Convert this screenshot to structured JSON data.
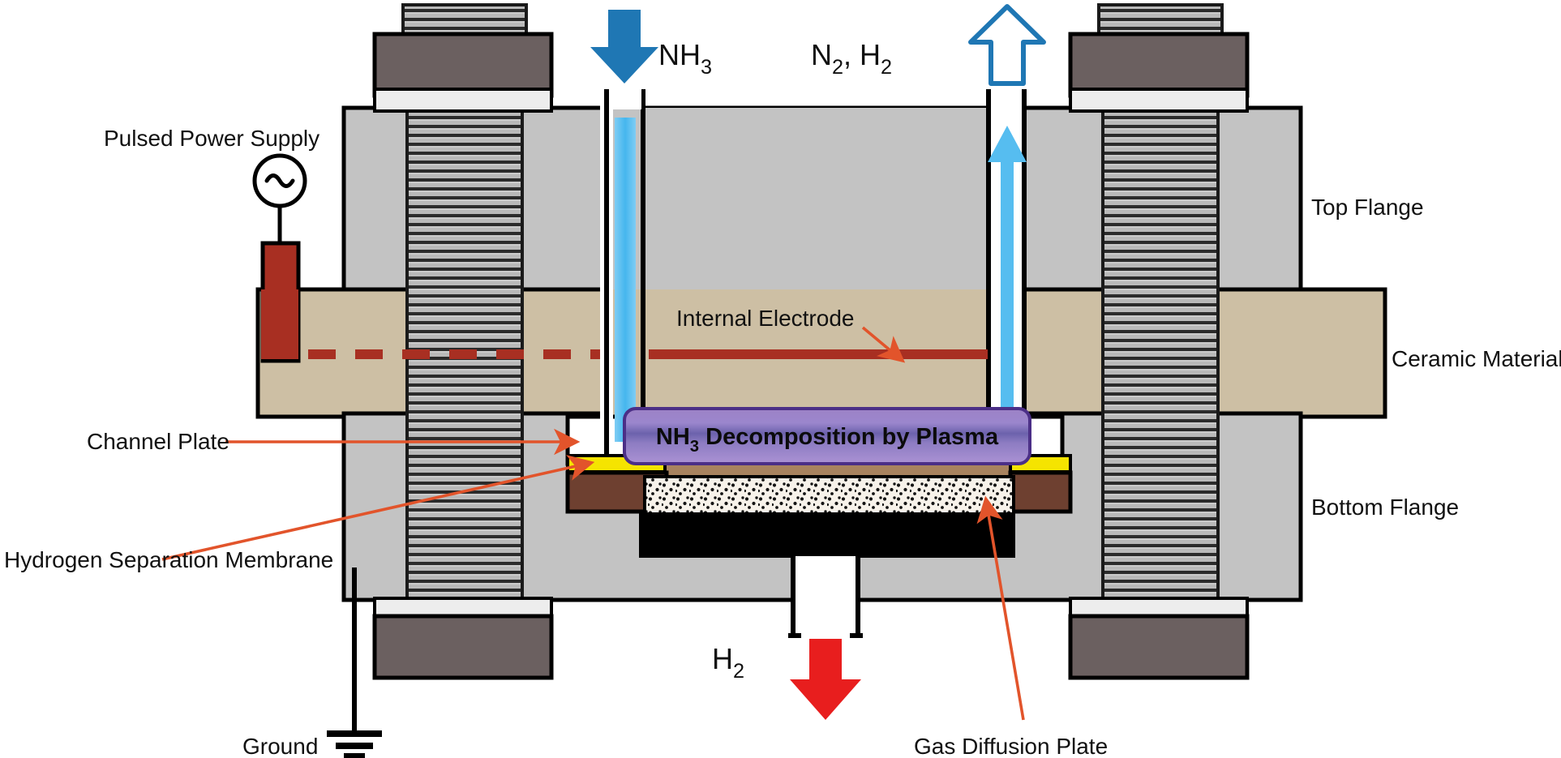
{
  "figure": {
    "title": "Plasma-membrane ammonia decomposition reactor cross-section",
    "background": "#ffffff"
  },
  "labels": {
    "pulsed_power_supply": "Pulsed Power Supply",
    "internal_electrode": "Internal Electrode",
    "channel_plate": "Channel Plate",
    "hydrogen_separation_membrane": "Hydrogen Separation Membrane",
    "ground": "Ground",
    "top_flange": "Top Flange",
    "ceramic_material": "Ceramic Material",
    "bottom_flange": "Bottom Flange",
    "gas_diffusion_plate": "Gas Diffusion Plate"
  },
  "flows": {
    "inlet": {
      "formula": "NH",
      "subscript": "3",
      "direction": "down",
      "color": "#1f77b4"
    },
    "outlet": {
      "formula_a": "N",
      "sub_a": "2",
      "separator": ", ",
      "formula_b": "H",
      "sub_b": "2",
      "direction": "up",
      "color": "#1f77b4"
    },
    "product": {
      "formula": "H",
      "subscript": "2",
      "direction": "down",
      "color": "#e81e1e"
    }
  },
  "reaction_band": {
    "prefix": "NH",
    "subscript": "3",
    "suffix": " Decomposition by Plasma",
    "fill_top": "#9b7fc4",
    "fill_mid": "#6f63ad",
    "fill_bottom": "#a98fd0",
    "stroke": "#4b2f87"
  },
  "colors": {
    "flange_gray": "#c3c3c3",
    "ceramic_tan": "#cdbfa4",
    "bolt_dark": "#6b6060",
    "washer_light": "#ededed",
    "electrode_red": "#a82f22",
    "membrane_yellow": "#f5e400",
    "channel_brown": "#6e4030",
    "gas_diffusion_tan": "#a8835f",
    "black_plate": "#000000",
    "leader_orange": "#e2542b",
    "gas_blue_light": "#56bdf0",
    "gas_blue_dark": "#1f77b4",
    "outline": "#000000",
    "speckle_bg": "#f7f2ea"
  },
  "component_list": [
    {
      "name": "top-flange",
      "label": "Top Flange"
    },
    {
      "name": "ceramic-material",
      "label": "Ceramic Material"
    },
    {
      "name": "bottom-flange",
      "label": "Bottom Flange"
    },
    {
      "name": "internal-electrode",
      "label": "Internal Electrode"
    },
    {
      "name": "channel-plate",
      "label": "Channel Plate"
    },
    {
      "name": "hydrogen-separation-membrane",
      "label": "Hydrogen Separation Membrane"
    },
    {
      "name": "gas-diffusion-plate",
      "label": "Gas Diffusion Plate"
    },
    {
      "name": "pulsed-power-supply",
      "label": "Pulsed Power Supply"
    },
    {
      "name": "ground",
      "label": "Ground"
    }
  ]
}
